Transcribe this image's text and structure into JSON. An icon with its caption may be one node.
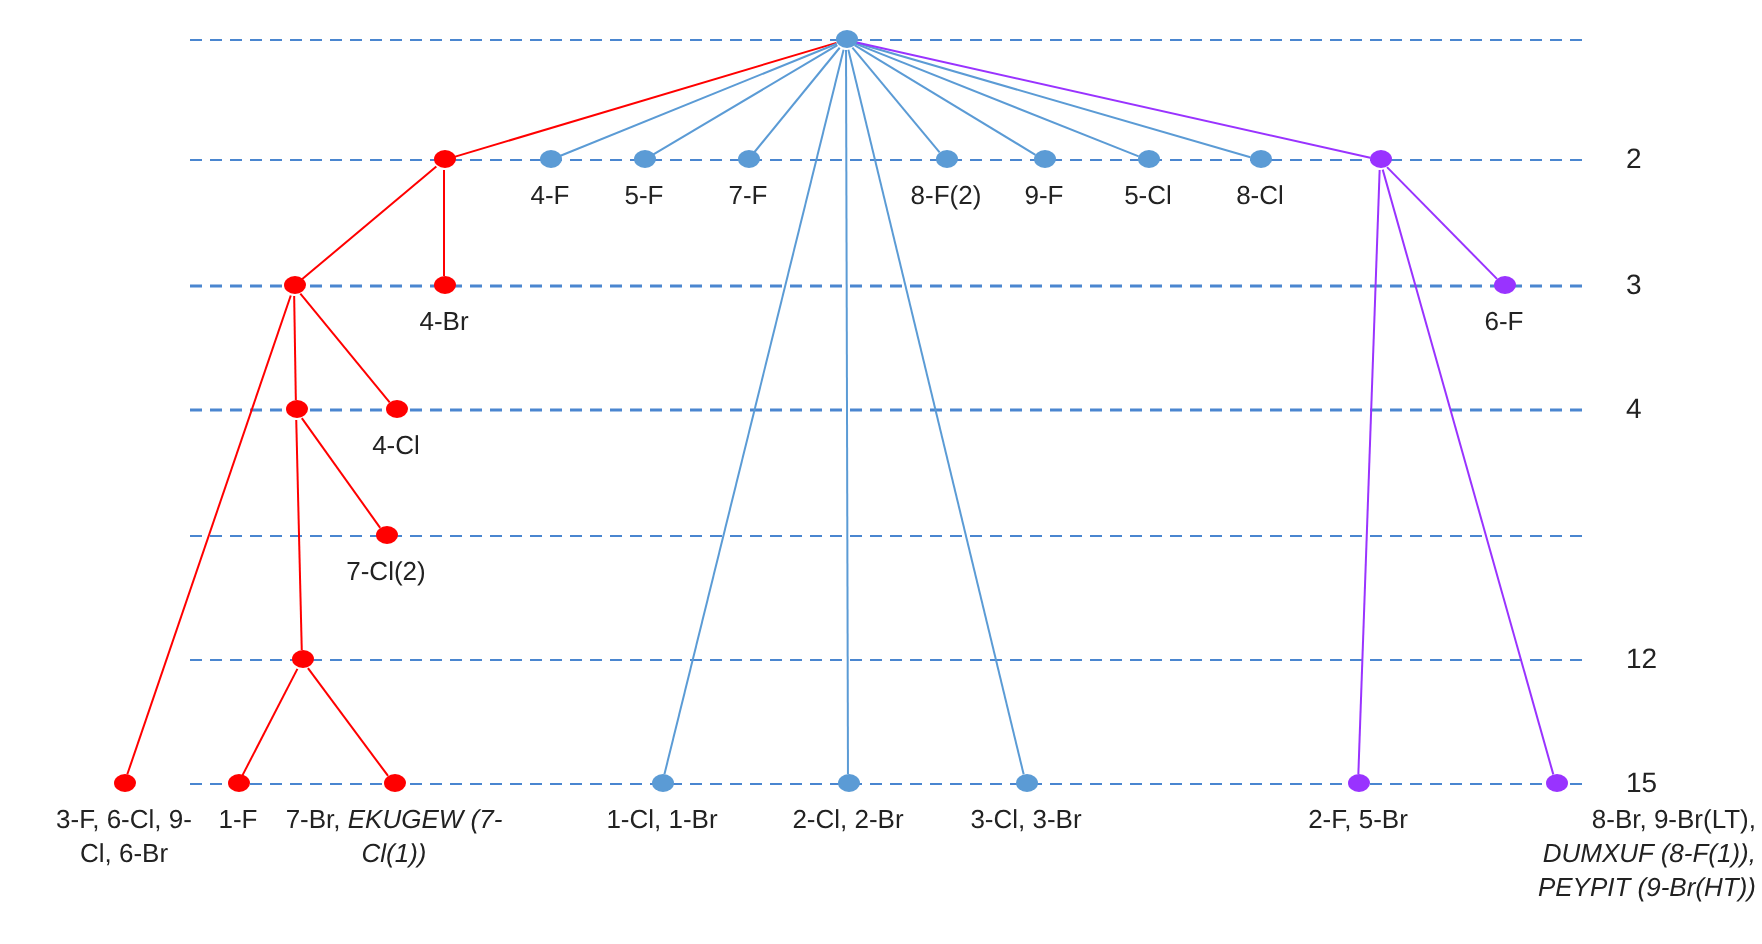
{
  "diagram": {
    "nodes": [
      {
        "text": [],
        "shape": "circle"
      },
      {
        "text": [],
        "shape": "circle"
      },
      {
        "text": [],
        "shape": "circle",
        "beside": [
          "4-F"
        ]
      },
      {
        "text": [],
        "shape": "circle",
        "beside": [
          "5-F"
        ]
      },
      {
        "text": [],
        "shape": "circle",
        "beside": [
          "7-F"
        ]
      },
      {
        "text": [],
        "shape": "circle",
        "beside": [
          "8-F(2)"
        ]
      },
      {
        "text": [],
        "shape": "circle",
        "beside": [
          "9-F"
        ]
      },
      {
        "text": [],
        "shape": "circle",
        "beside": [
          "5-Cl"
        ]
      },
      {
        "text": [],
        "shape": "circle",
        "beside": [
          "8-Cl"
        ]
      },
      {
        "text": [],
        "shape": "circle"
      },
      {
        "text": [],
        "shape": "circle"
      },
      {
        "text": [],
        "shape": "circle",
        "beside": [
          "4-Br"
        ]
      },
      {
        "text": [],
        "shape": "circle",
        "beside": [
          "6-F"
        ]
      },
      {
        "text": [],
        "shape": "circle"
      },
      {
        "text": [],
        "shape": "circle",
        "beside": [
          "4-Cl"
        ]
      },
      {
        "text": [],
        "shape": "circle",
        "beside": [
          "7-Cl(2)"
        ]
      },
      {
        "text": [],
        "shape": "circle"
      },
      {
        "text": [],
        "shape": "circle",
        "beside": [
          "3-F, 6-Cl, 9-Cl, 6-Br"
        ]
      },
      {
        "text": [],
        "shape": "circle",
        "beside": [
          "1-F"
        ]
      },
      {
        "text": [],
        "shape": "circle",
        "beside": [
          "7-Br, *EKUGEW (7-Cl(1))*"
        ]
      },
      {
        "text": [],
        "shape": "circle",
        "beside": [
          "1-Cl, 1-Br"
        ]
      },
      {
        "text": [],
        "shape": "circle",
        "beside": [
          "2-Cl, 2-Br"
        ]
      },
      {
        "text": [],
        "shape": "circle",
        "beside": [
          "3-Cl, 3-Br"
        ]
      },
      {
        "text": [],
        "shape": "circle",
        "beside": [
          "2-F, 5-Br"
        ]
      },
      {
        "text": [],
        "shape": "circle",
        "beside": [
          "8-Br, 9-Br(LT), *DUMXUF (8-F(1)), PEYPIT (9-Br(HT))*"
        ]
      }
    ],
    "edges": [
      {
        "from": 0,
        "to": 1,
        "arrow": "none",
        "color": "#ff0000"
      },
      {
        "from": 0,
        "to": 2,
        "arrow": "none",
        "color": "#5b9bd5"
      },
      {
        "from": 0,
        "to": 3,
        "arrow": "none",
        "color": "#5b9bd5"
      },
      {
        "from": 0,
        "to": 4,
        "arrow": "none",
        "color": "#5b9bd5"
      },
      {
        "from": 0,
        "to": 5,
        "arrow": "none",
        "color": "#5b9bd5"
      },
      {
        "from": 0,
        "to": 6,
        "arrow": "none",
        "color": "#5b9bd5"
      },
      {
        "from": 0,
        "to": 7,
        "arrow": "none",
        "color": "#5b9bd5"
      },
      {
        "from": 0,
        "to": 8,
        "arrow": "none",
        "color": "#5b9bd5"
      },
      {
        "from": 0,
        "to": 9,
        "arrow": "none",
        "color": "#9933ff"
      },
      {
        "from": 0,
        "to": 20,
        "arrow": "none",
        "color": "#5b9bd5"
      },
      {
        "from": 0,
        "to": 21,
        "arrow": "none",
        "color": "#5b9bd5"
      },
      {
        "from": 0,
        "to": 22,
        "arrow": "none",
        "color": "#5b9bd5"
      },
      {
        "from": 1,
        "to": 10,
        "arrow": "none",
        "color": "#ff0000"
      },
      {
        "from": 1,
        "to": 11,
        "arrow": "none",
        "color": "#ff0000"
      },
      {
        "from": 9,
        "to": 12,
        "arrow": "none",
        "color": "#9933ff"
      },
      {
        "from": 9,
        "to": 23,
        "arrow": "none",
        "color": "#9933ff"
      },
      {
        "from": 9,
        "to": 24,
        "arrow": "none",
        "color": "#9933ff"
      },
      {
        "from": 10,
        "to": 17,
        "arrow": "none",
        "color": "#ff0000"
      },
      {
        "from": 10,
        "to": 13,
        "arrow": "none",
        "color": "#ff0000"
      },
      {
        "from": 10,
        "to": 14,
        "arrow": "none",
        "color": "#ff0000"
      },
      {
        "from": 13,
        "to": 15,
        "arrow": "none",
        "color": "#ff0000"
      },
      {
        "from": 13,
        "to": 16,
        "arrow": "none",
        "color": "#ff0000"
      },
      {
        "from": 16,
        "to": 18,
        "arrow": "none",
        "color": "#ff0000"
      },
      {
        "from": 16,
        "to": 19,
        "arrow": "none",
        "color": "#ff0000"
      }
    ],
    "labels": [
      "2",
      "3",
      "4",
      "12",
      "15"
    ]
  }
}
